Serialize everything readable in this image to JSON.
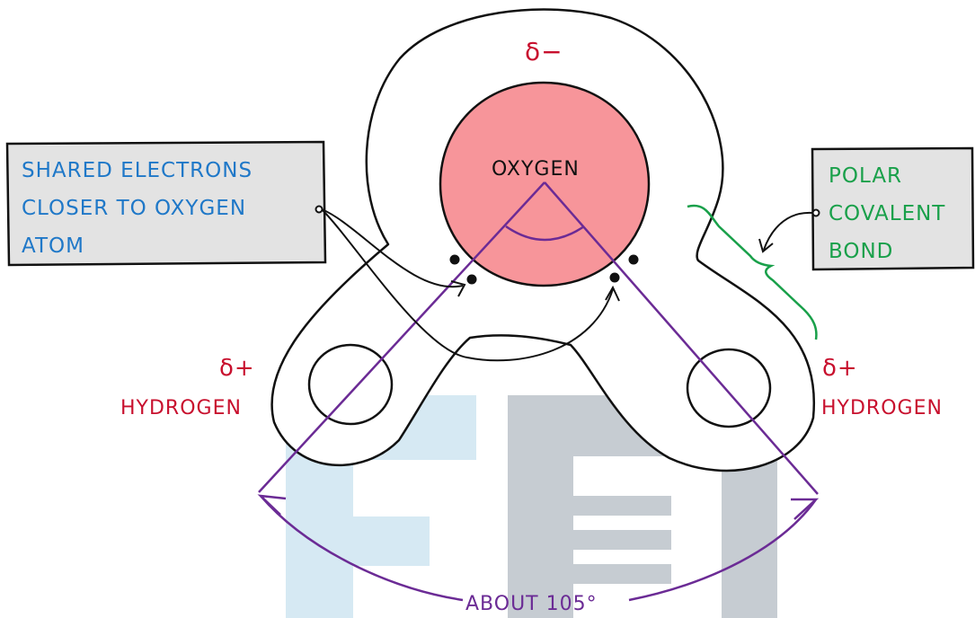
{
  "labels": {
    "delta_minus": "δ−",
    "oxygen": "OXYGEN",
    "left_delta_plus": "δ+",
    "left_hydrogen": "HYDROGEN",
    "right_delta_plus": "δ+",
    "right_hydrogen": "HYDROGEN",
    "angle": "ABOUT 105°"
  },
  "callout_left": {
    "lines": [
      "SHARED ELECTRONS",
      "CLOSER TO OXYGEN",
      "ATOM"
    ]
  },
  "callout_right": {
    "lines": [
      "POLAR",
      "COVALENT",
      "BOND"
    ]
  },
  "colors": {
    "oxygen_fill": "#f7959a",
    "purple": "#6b2b95",
    "red_text": "#c8102e",
    "blue_text": "#1f78c8",
    "green_text": "#19a04a",
    "box_fill": "#e3e3e3",
    "watermark_light": "#d6e9f3",
    "watermark_gray": "#c6ccd2"
  }
}
